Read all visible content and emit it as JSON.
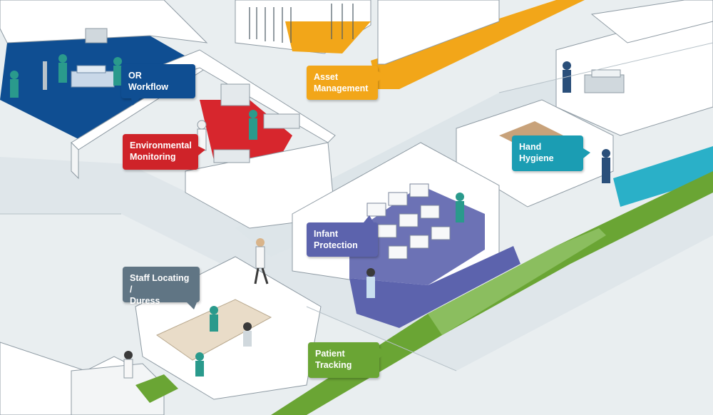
{
  "callouts": {
    "or_workflow": {
      "lines": [
        "OR",
        "Workflow"
      ],
      "color": "#0f4e92"
    },
    "environmental_monitoring": {
      "lines": [
        "Environmental",
        "Monitoring"
      ],
      "color": "#cf2329"
    },
    "asset_management": {
      "lines": [
        "Asset",
        "Management"
      ],
      "color": "#f2a619"
    },
    "hand_hygiene": {
      "lines": [
        "Hand",
        "Hygiene"
      ],
      "color": "#1b9db3"
    },
    "infant_protection": {
      "lines": [
        "Infant",
        "Protection"
      ],
      "color": "#5c63ad"
    },
    "staff_locating": {
      "lines": [
        "Staff Locating /",
        "Duress"
      ],
      "color": "#607584"
    },
    "patient_tracking": {
      "lines": [
        "Patient",
        "Tracking"
      ],
      "color": "#6aa534"
    }
  },
  "colors": {
    "wall": "#ffffff",
    "wall_edge": "#8e9aa3",
    "floor": "#f3f5f6",
    "corridor": "#dfe6ea",
    "ground": "#e9eef0",
    "or_floor": "#0f4e92",
    "env_floor": "#d7262d",
    "asset_floor": "#f2a619",
    "infant_floor": "#5c63ad",
    "hygiene_floor": "#2ab0c8",
    "tracking_floor": "#6aa534"
  }
}
